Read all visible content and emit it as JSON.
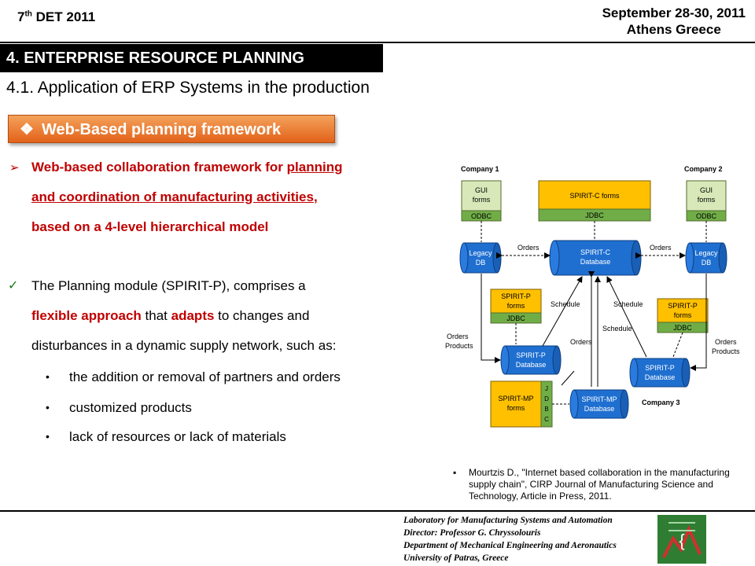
{
  "header": {
    "event_pre": "7",
    "event_sup": "th",
    "event_post": " DET 2011",
    "date": "September 28-30, 2011",
    "location": "Athens Greece"
  },
  "section_title": "4. ENTERPRISE RESOURCE PLANNING",
  "subsection_title": "4.1. Application of ERP Systems in the production",
  "highlight_box": "Web-Based planning framework",
  "point1": {
    "part1": "Web-based collaboration framework for ",
    "underlined1": "planning",
    "underlined2": "and coordination of manufacturing activities",
    "comma": ",",
    "line3": "based on a 4-level hierarchical model"
  },
  "point2": {
    "line1": "The Planning module (SPIRIT-P), comprises a",
    "red1": "flexible approach",
    "mid": " that ",
    "red2": "adapts",
    "end": " to changes and",
    "line3": "disturbances in a dynamic supply network, such as:"
  },
  "bullets": [
    "the addition or removal of partners and orders",
    "customized products",
    "lack of resources or lack of materials"
  ],
  "diagram": {
    "company1": "Company 1",
    "company2": "Company 2",
    "company3": "Company 3",
    "gui1": "GUI",
    "gui2": "forms",
    "odbc": "ODBC",
    "spiritc_forms": "SPIRIT-C forms",
    "jdbc": "JDBC",
    "legacy1": "Legacy",
    "legacy2": "DB",
    "spiritc1": "SPIRIT-C",
    "spiritc2": "Database",
    "orders": "Orders",
    "products": "Products",
    "schedule": "Schedule",
    "spiritp_forms1": "SPIRIT-P",
    "spiritp_forms2": "forms",
    "spiritp_db1": "SPIRIT-P",
    "spiritp_db2": "Database",
    "spiritmp_forms1": "SPIRIT-MP",
    "spiritmp_forms2": "forms",
    "spiritmp_db1": "SPIRIT-MP",
    "spiritmp_db2": "Database",
    "jdbc_v": [
      "J",
      "D",
      "B",
      "C"
    ]
  },
  "reference": "Mourtzis D., \"Internet based collaboration in the manufacturing supply chain\", CIRP Journal of Manufacturing Science and Technology, Article in Press, 2011.",
  "footer": {
    "line1": "Laboratory for Manufacturing Systems and Automation",
    "line2": "Director: Professor G. Chryssolouris",
    "line3": "Department of Mechanical Engineering and Aeronautics",
    "line4": "University of Patras, Greece"
  },
  "colors": {
    "section_bg": "#000000",
    "accent_orange": "#e2621a",
    "red_text": "#c00000",
    "db_blue": "#1f6fd0",
    "form_yellow": "#ffc000",
    "form_green": "#70ad47",
    "gui_green": "#d9e8b8"
  }
}
